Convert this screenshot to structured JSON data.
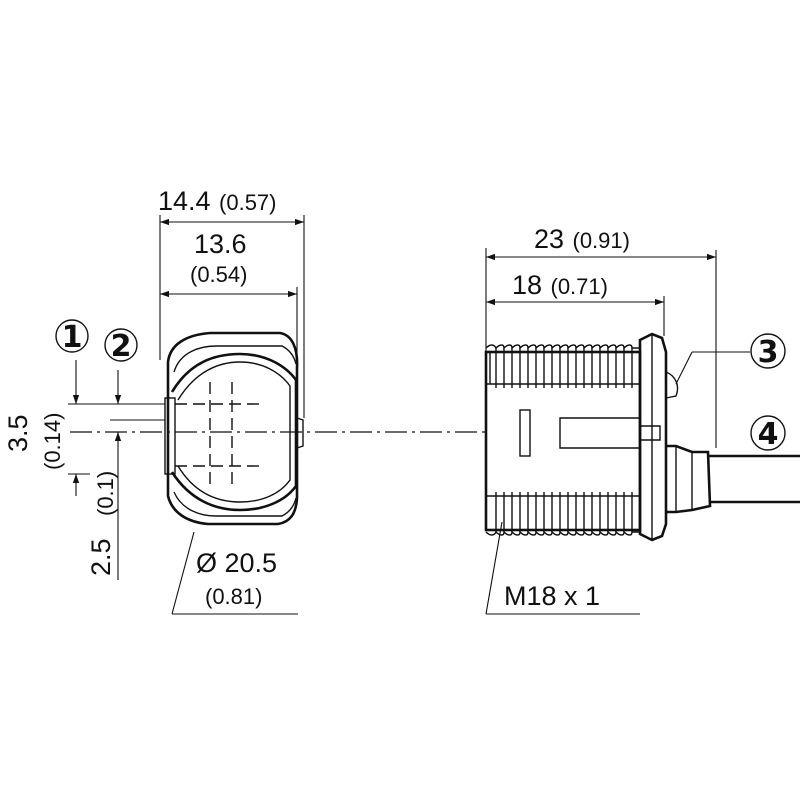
{
  "front_view": {
    "width_outer": {
      "value": "14.4",
      "inch": "(0.57)"
    },
    "width_inner": {
      "value": "13.6",
      "inch": "(0.54)"
    },
    "offset_1": {
      "value": "3.5",
      "inch": "(0.14)"
    },
    "offset_2": {
      "value": "2.5",
      "inch": "(0.1)"
    },
    "diameter": {
      "value": "Ø 20.5",
      "inch": "(0.81)"
    }
  },
  "side_view": {
    "length_total": {
      "value": "23",
      "inch": "(0.91)"
    },
    "length_thread": {
      "value": "18",
      "inch": "(0.71)"
    },
    "thread": "M18 x 1"
  },
  "callouts": [
    "1",
    "2",
    "3",
    "4"
  ]
}
